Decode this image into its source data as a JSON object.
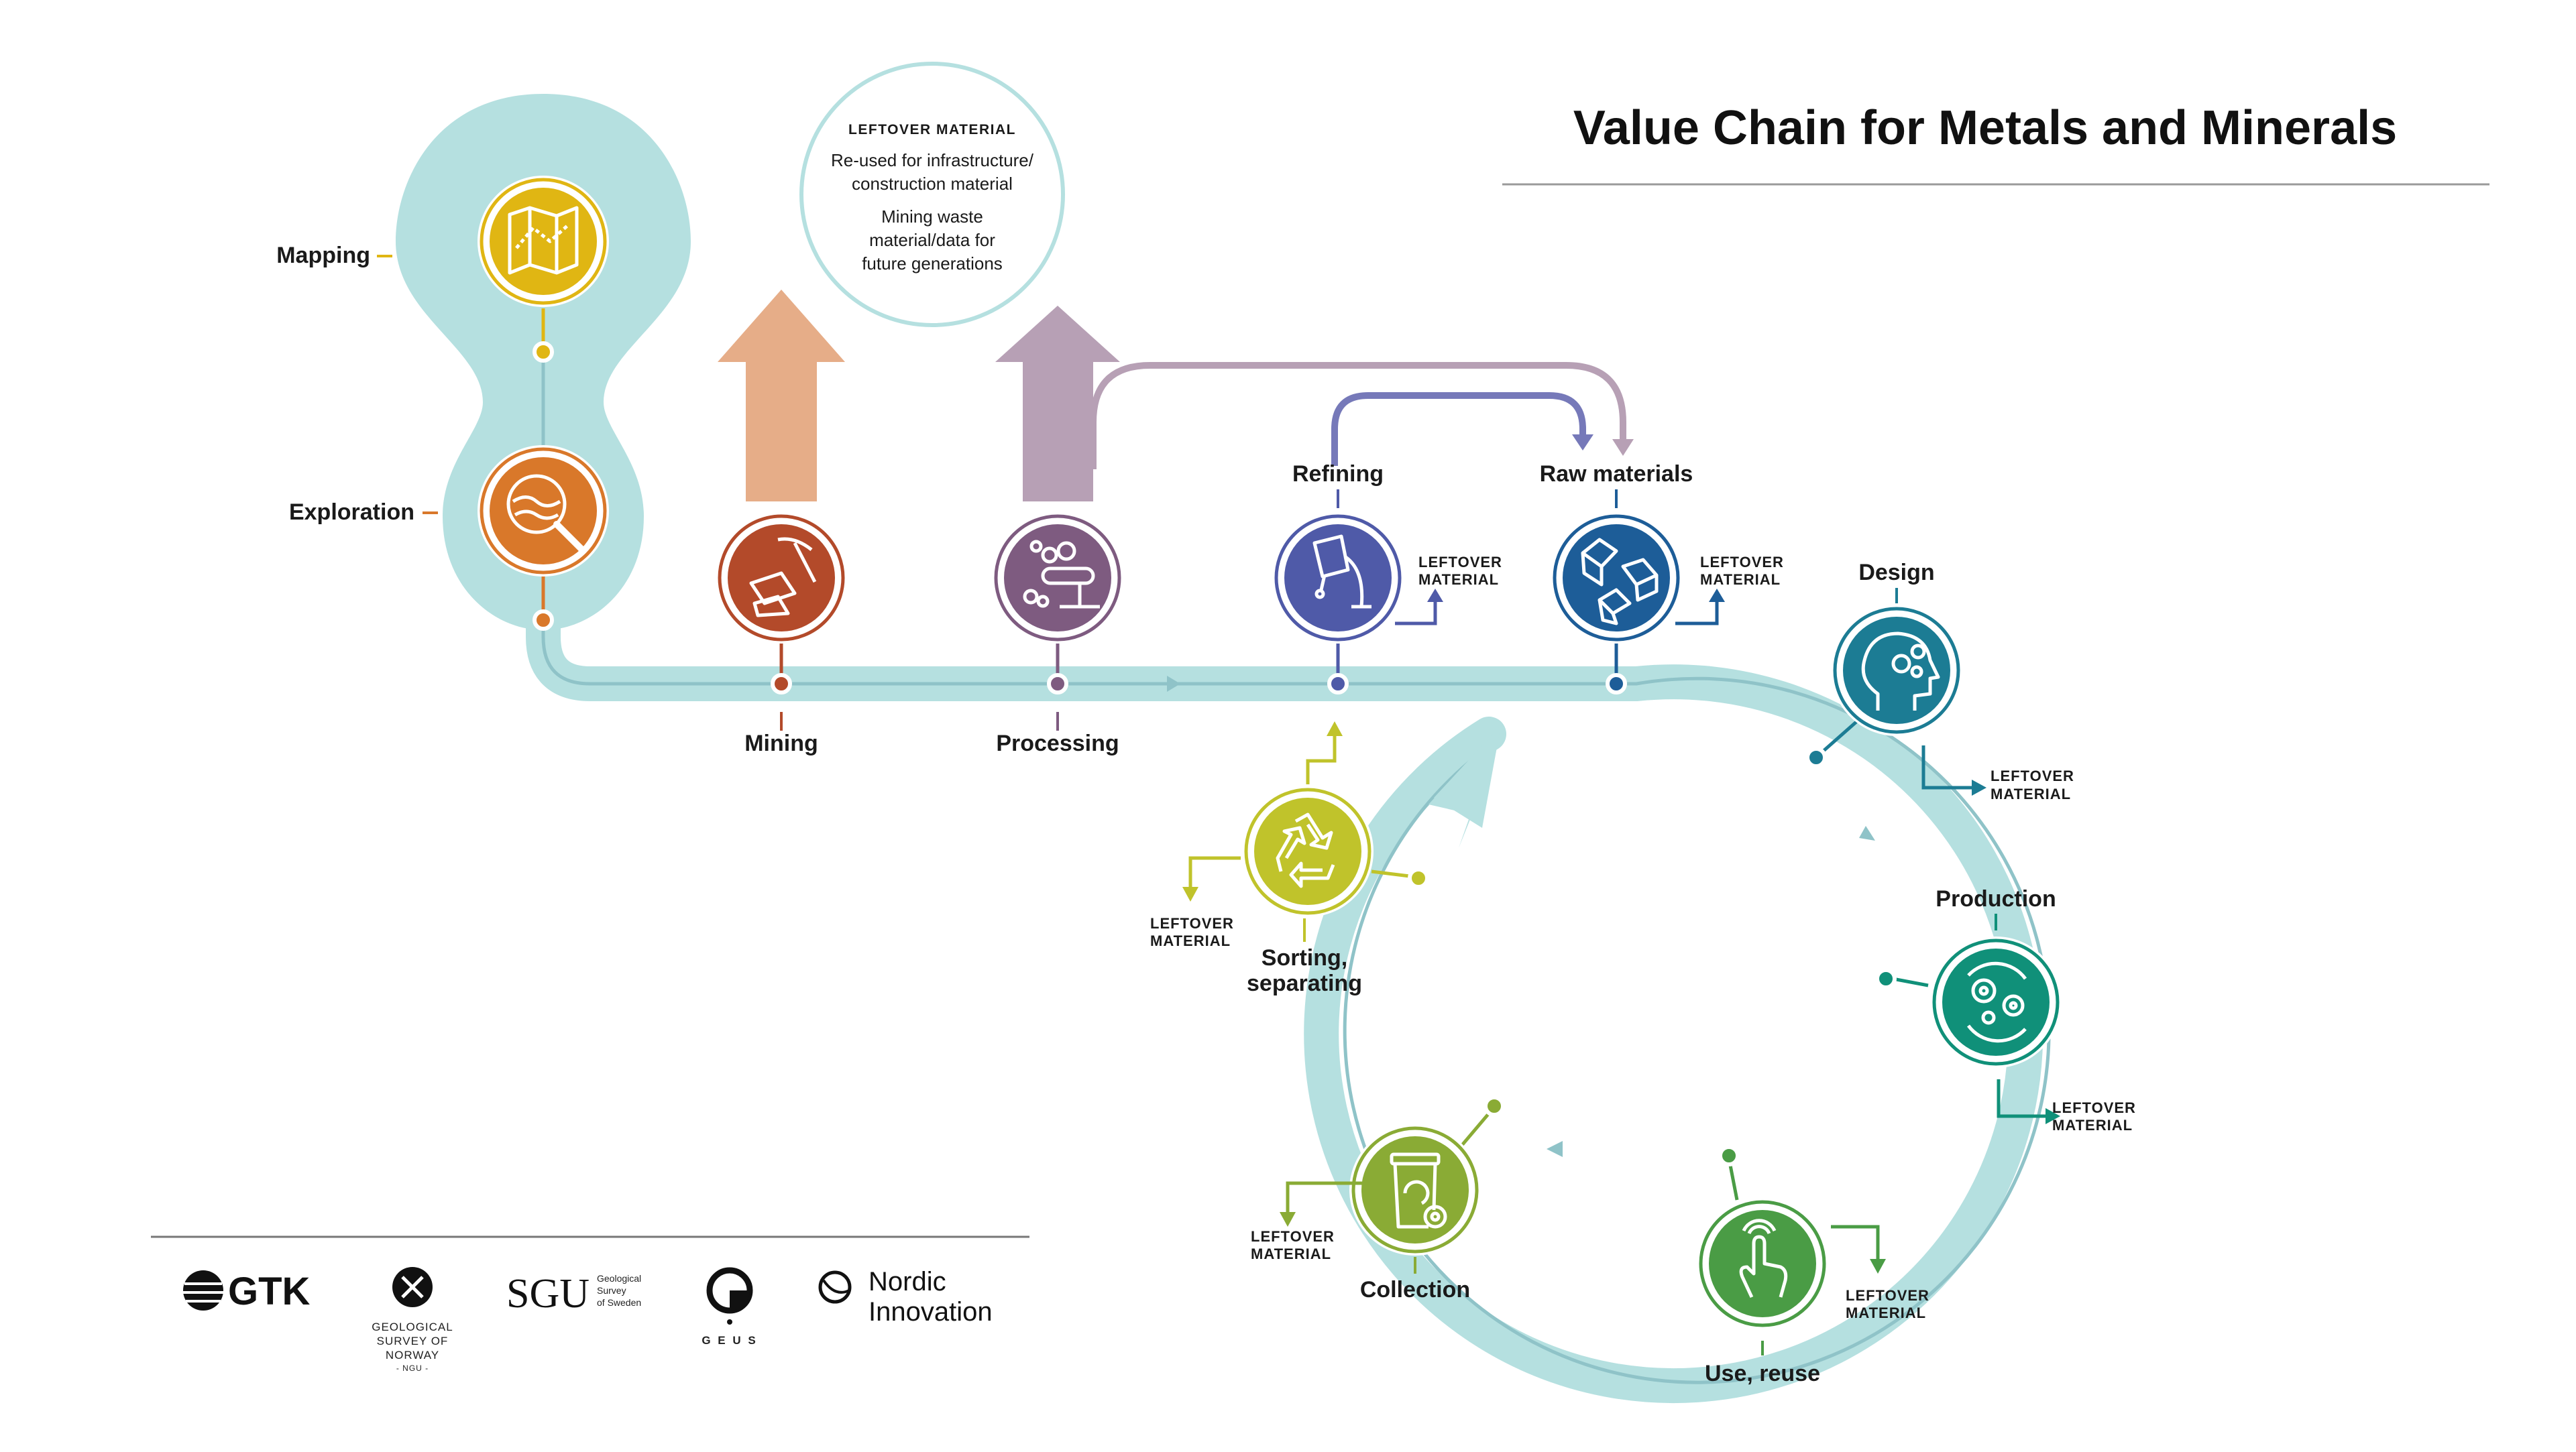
{
  "title": "Value Chain for Metals and Minerals",
  "leftover_note": {
    "heading": "LEFTOVER MATERIAL",
    "line1": "Re-used for infrastructure/",
    "line2": "construction material",
    "line3": "Mining waste",
    "line4": "material/data for",
    "line5": "future generations"
  },
  "leftover": {
    "line1": "LEFTOVER",
    "line2": "MATERIAL"
  },
  "stages": {
    "mapping": "Mapping",
    "exploration": "Exploration",
    "mining": "Mining",
    "processing": "Processing",
    "refining": "Refining",
    "raw_materials": "Raw materials",
    "design": "Design",
    "production": "Production",
    "use_reuse": "Use, reuse",
    "collection": "Collection",
    "sorting_line1": "Sorting,",
    "sorting_line2": "separating"
  },
  "logos": {
    "gtk": "GTK",
    "ngu_line1": "GEOLOGICAL",
    "ngu_line2": "SURVEY OF",
    "ngu_line3": "NORWAY",
    "ngu_line4": "- NGU -",
    "sgu": "SGU",
    "sgu_small1": "Geological",
    "sgu_small2": "Survey",
    "sgu_small3": "of Sweden",
    "geus": "G E U S",
    "nordic_line1": "Nordic",
    "nordic_line2": "Innovation"
  },
  "colors": {
    "track": "#b5e0e0",
    "track_line": "#8fc3c8",
    "mapping": "#e0b613",
    "exploration": "#d9782a",
    "mining": "#b34a2a",
    "processing": "#7e5b80",
    "refining": "#4f5aa8",
    "raw_materials": "#1d5d98",
    "design": "#1c7c94",
    "production": "#109079",
    "use_reuse": "#4a9c45",
    "collection": "#8aab35",
    "sorting": "#c0c32b",
    "mining_arrow": "#e6ad88",
    "processing_arrow": "#b7a0b5"
  },
  "icons": {
    "mapping": "map-icon",
    "exploration": "magnifier-icon",
    "mining": "pickaxe-icon",
    "processing": "conveyor-icon",
    "refining": "ladle-icon",
    "raw_materials": "cubes-icon",
    "design": "head-gears-icon",
    "production": "gears-icon",
    "use_reuse": "touch-hand-icon",
    "collection": "recycle-bin-icon",
    "sorting": "recycle-icon"
  }
}
